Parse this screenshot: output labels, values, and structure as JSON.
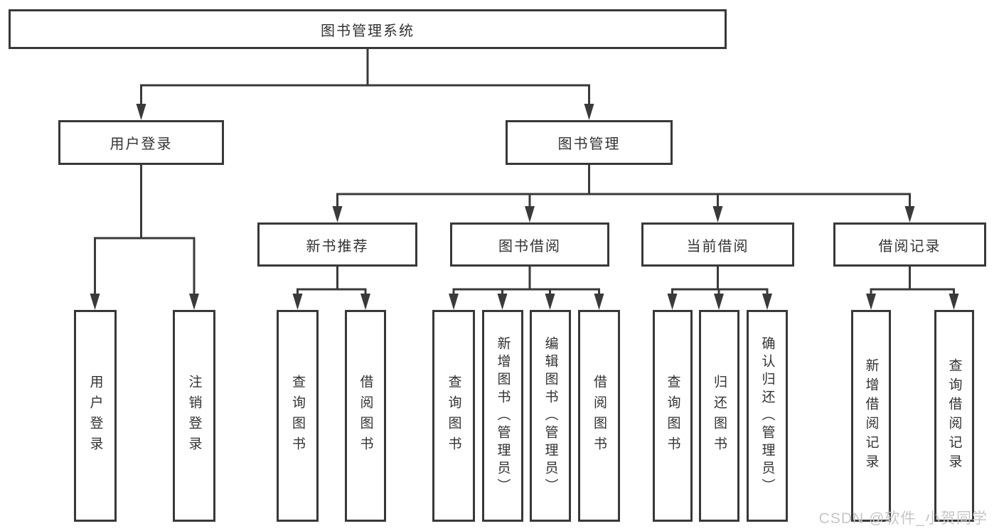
{
  "diagram": {
    "root": {
      "label": "图书管理系统"
    },
    "level2": [
      {
        "label": "用户登录"
      },
      {
        "label": "图书管理"
      }
    ],
    "level3": [
      {
        "label": "新书推荐"
      },
      {
        "label": "图书借阅"
      },
      {
        "label": "当前借阅"
      },
      {
        "label": "借阅记录"
      }
    ],
    "leaves": {
      "user_login": [
        "用户登录",
        "注销登录"
      ],
      "new_book_recommendation": [
        "查询图书",
        "借阅图书"
      ],
      "book_borrowing": [
        "查询图书",
        "新增图书（管理员）",
        "编辑图书（管理员）",
        "借阅图书"
      ],
      "current_borrowing": [
        "查询图书",
        "归还图书",
        "确认归还（管理员）"
      ],
      "borrowing_records": [
        "新增借阅记录",
        "查询借阅记录"
      ]
    }
  },
  "watermark": {
    "text": "CSDN @软件_小贺同学"
  },
  "colors": {
    "line": "#3a3a3a",
    "text": "#333333",
    "watermark_gray": "#c6c6c6",
    "background": "#ffffff"
  }
}
